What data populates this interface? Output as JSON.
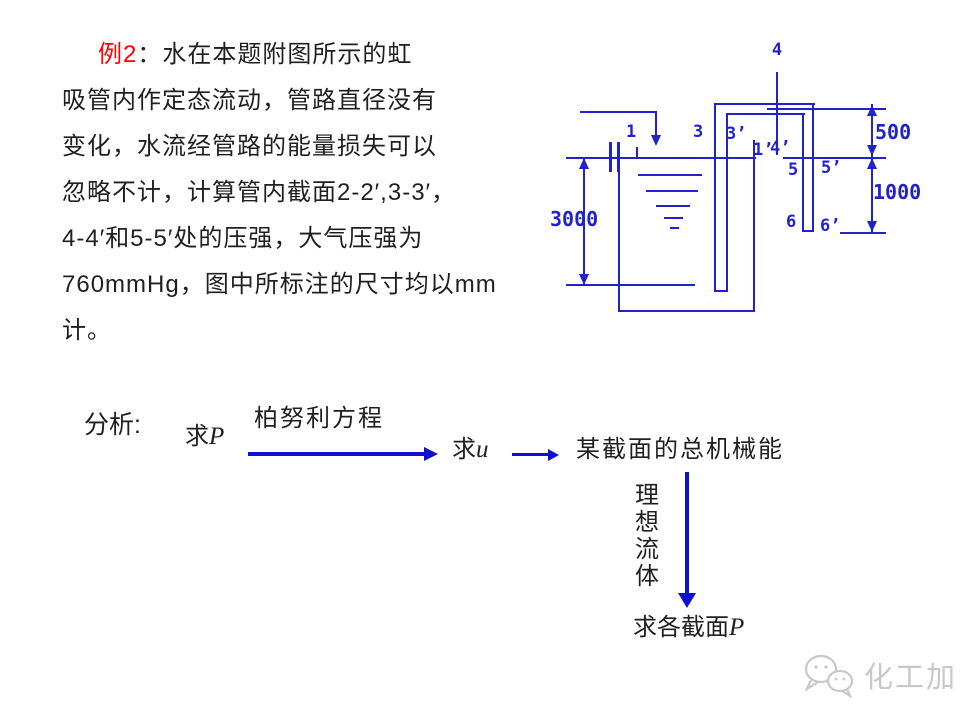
{
  "colors": {
    "accent_red": "#ff0000",
    "diagram_blue": "#2222cc",
    "arrow_blue": "#0f0fce",
    "watermark_gray": "#c8c8c8"
  },
  "problem": {
    "example_label": "例2",
    "example_colon": "：",
    "line1_rest": "水在本题附图所示的虹",
    "lines": [
      "吸管内作定态流动，管路直径没有",
      "变化，水流经管路的能量损失可以",
      "忽略不计，计算管内截面2-2′,3-3′，",
      "4-4′和5-5′处的压强，大气压强为",
      "760mmHg，图中所标注的尺寸均以mm计。"
    ]
  },
  "diagram": {
    "labels": {
      "n1": "1",
      "n1p": "1’",
      "n3": "3",
      "n3p": "3’",
      "n4": "4",
      "n4p": "4’",
      "n5": "5",
      "n5p": "5’",
      "n6": "6",
      "n6p": "6’"
    },
    "dims": {
      "v500": "500",
      "v1000": "1000",
      "v3000": "3000"
    }
  },
  "analysis": {
    "label": "分析:",
    "find_p": "求",
    "find_p_var": "P",
    "bernoulli": "柏努利方程",
    "find_u": "求",
    "find_u_var": "u",
    "mech_energy": "某截面的总机械能",
    "ideal_fluid": "理想流体",
    "find_sections": "求各截面",
    "find_sections_var": "P"
  },
  "watermark": {
    "text": "化工加"
  }
}
